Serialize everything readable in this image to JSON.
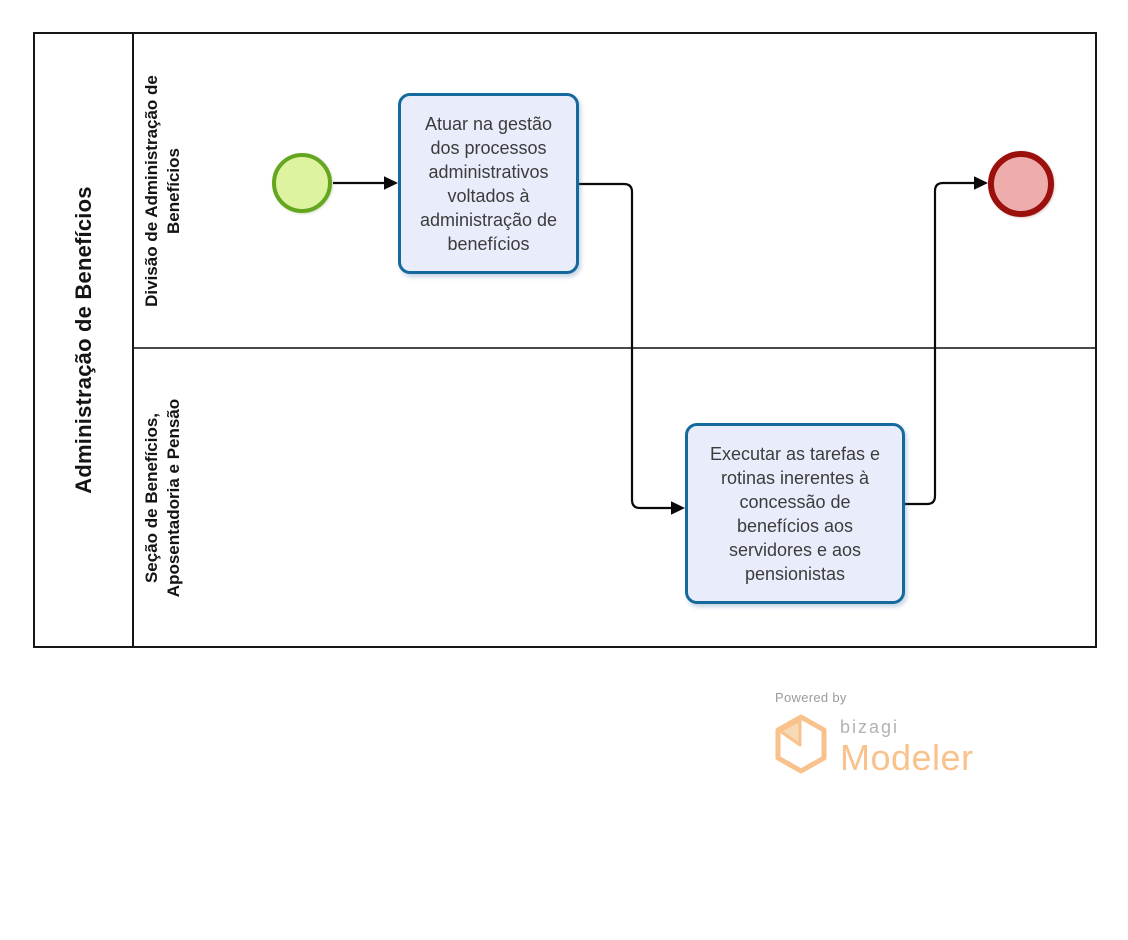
{
  "diagram": {
    "pool": {
      "title": "Administração de Benefícios"
    },
    "lanes": [
      {
        "label_lines": [
          "Divisão de Administração de",
          "Benefícios"
        ]
      },
      {
        "label_lines": [
          "Seção de Benefícios,",
          "Aposentadoria e Pensão"
        ]
      }
    ],
    "tasks": [
      {
        "text": "Atuar na gestão dos processos administrativos voltados à administração de benefícios"
      },
      {
        "text": "Executar as tarefas e rotinas inerentes à concessão de benefícios aos servidores e aos pensionistas"
      }
    ],
    "events": {
      "start": {
        "label": "",
        "fill": "#ddf3a0",
        "stroke": "#64a61f"
      },
      "end": {
        "label": "",
        "fill": "#eeacac",
        "stroke": "#9b100d"
      }
    },
    "task_style": {
      "fill": "#e9edfb",
      "stroke": "#15699c"
    }
  },
  "footer": {
    "powered_by": "Powered by",
    "brand": "bizagi",
    "product": "Modeler",
    "brand_color": "#f9c28c",
    "secondary_gray": "#9b9b9b"
  }
}
